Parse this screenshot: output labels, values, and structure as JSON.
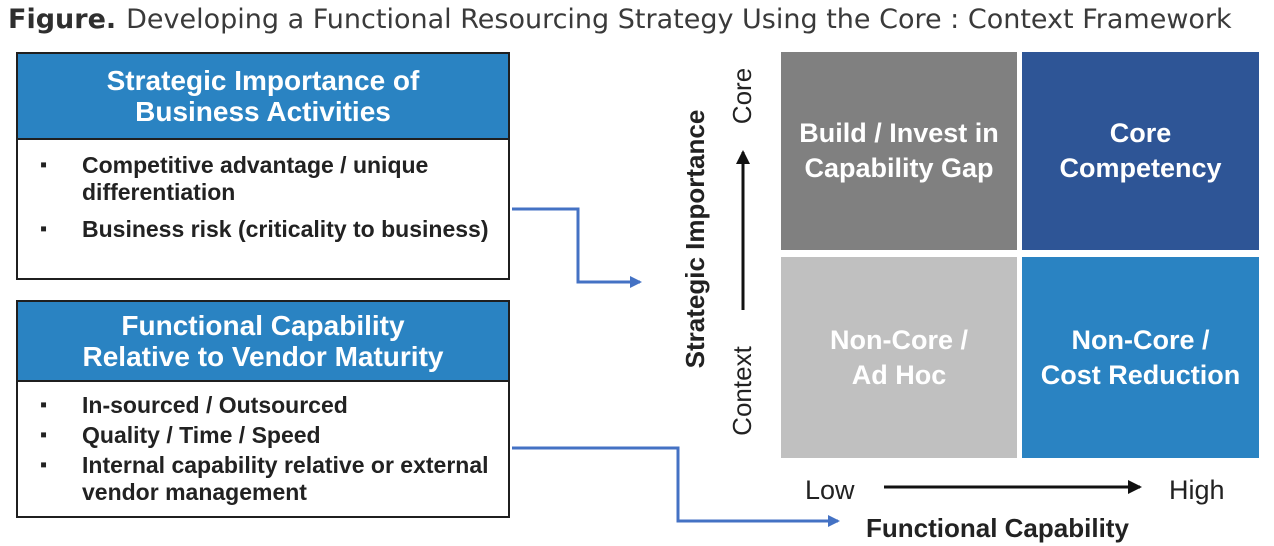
{
  "figure": {
    "label": "Figure.",
    "title": "Developing a Functional Resourcing Strategy Using the Core : Context Framework"
  },
  "panels": [
    {
      "heading_line1": "Strategic Importance of",
      "heading_line2": "Business Activities",
      "bullets": [
        "Competitive advantage / unique differentiation",
        "Business risk (criticality to business)"
      ]
    },
    {
      "heading_line1": "Functional Capability",
      "heading_line2": "Relative to Vendor Maturity",
      "bullets": [
        "In-sourced / Outsourced",
        "Quality / Time / Speed",
        "Internal capability relative or external vendor management"
      ]
    }
  ],
  "matrix": {
    "y_axis_title": "Strategic Importance",
    "y_low": "Context",
    "y_high": "Core",
    "x_axis_title": "Functional Capability",
    "x_low": "Low",
    "x_high": "High",
    "quadrants": {
      "top_left": {
        "line1": "Build / Invest in",
        "line2": "Capability Gap"
      },
      "top_right": {
        "line1": "Core",
        "line2": "Competency"
      },
      "bottom_left": {
        "line1": "Non-Core /",
        "line2": "Ad Hoc"
      },
      "bottom_right": {
        "line1": "Non-Core /",
        "line2": "Cost Reduction"
      }
    }
  },
  "colors": {
    "heading_blue": "#2a83c2",
    "dark_navy": "#2e5596",
    "dark_gray": "#808080",
    "light_gray": "#c0c0c0",
    "connector": "#4472c4"
  }
}
